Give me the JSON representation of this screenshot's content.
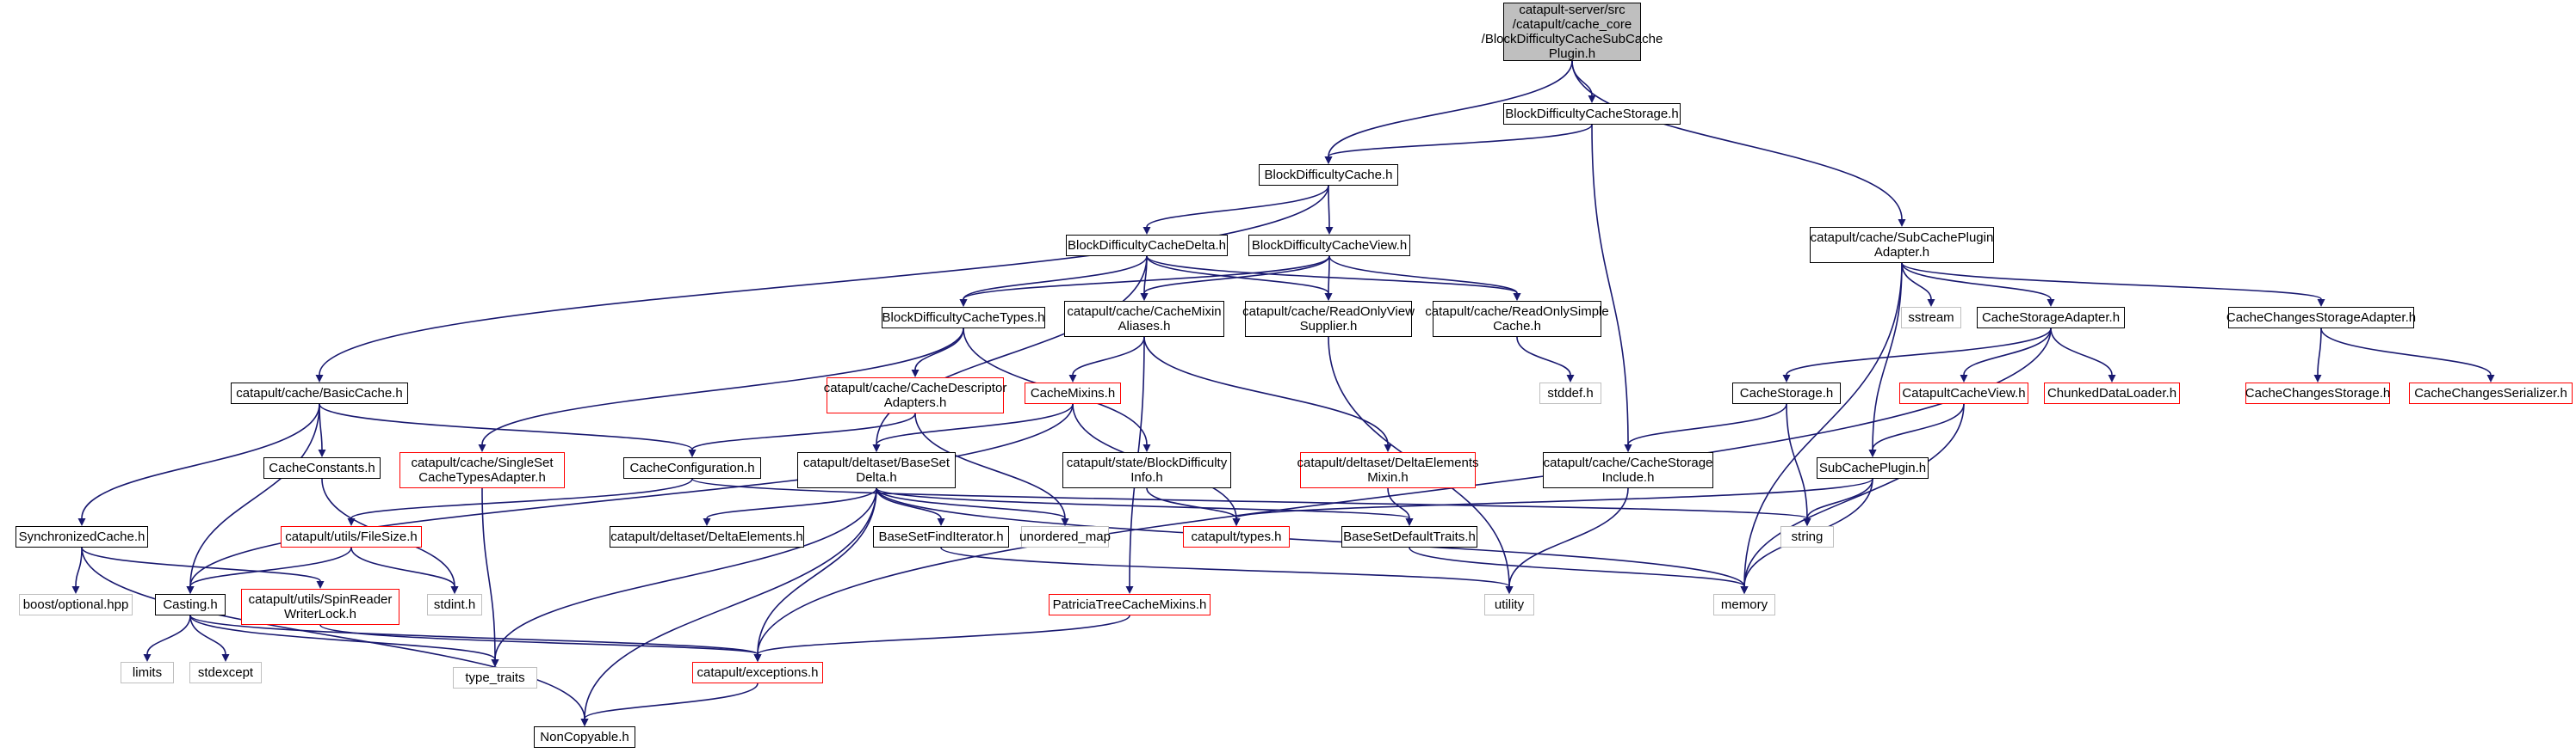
{
  "colors": {
    "edge": "#191970",
    "node_border": "#000000",
    "incomplete_border": "#ff0000",
    "system_border": "#bfbfbf",
    "root_fill": "#bfbfbf"
  },
  "nodes": {
    "root": "catapult-server/src\n/catapult/cache_core\n/BlockDifficultyCacheSubCache\nPlugin.h",
    "bdc_storage": "BlockDifficultyCacheStorage.h",
    "bdc": "BlockDifficultyCache.h",
    "subcache_adapter": "catapult/cache/SubCachePlugin\nAdapter.h",
    "bdc_delta": "BlockDifficultyCacheDelta.h",
    "bdc_view": "BlockDifficultyCacheView.h",
    "bdc_types": "BlockDifficultyCacheTypes.h",
    "cache_mixin_aliases": "catapult/cache/CacheMixin\nAliases.h",
    "readonly_view_supplier": "catapult/cache/ReadOnlyView\nSupplier.h",
    "readonly_simple_cache": "catapult/cache/ReadOnlySimple\nCache.h",
    "sstream": "sstream",
    "cache_storage_adapter": "CacheStorageAdapter.h",
    "cache_changes_storage_adapter": "CacheChangesStorageAdapter.h",
    "basic_cache": "catapult/cache/BasicCache.h",
    "cache_descriptor_adapters": "catapult/cache/CacheDescriptor\nAdapters.h",
    "cache_mixins": "CacheMixins.h",
    "stddef": "stddef.h",
    "cache_storage": "CacheStorage.h",
    "catapult_cache_view": "CatapultCacheView.h",
    "chunked_data_loader": "ChunkedDataLoader.h",
    "cache_changes_storage": "CacheChangesStorage.h",
    "cache_changes_serializer": "CacheChangesSerializer.h",
    "cache_constants": "CacheConstants.h",
    "single_set_adapter": "catapult/cache/SingleSet\nCacheTypesAdapter.h",
    "cache_configuration": "CacheConfiguration.h",
    "base_set_delta": "catapult/deltaset/BaseSet\nDelta.h",
    "block_difficulty_info": "catapult/state/BlockDifficulty\nInfo.h",
    "delta_elements_mixin": "catapult/deltaset/DeltaElements\nMixin.h",
    "cache_storage_include": "catapult/cache/CacheStorage\nInclude.h",
    "subcache_plugin": "SubCachePlugin.h",
    "synchronized_cache": "SynchronizedCache.h",
    "file_size": "catapult/utils/FileSize.h",
    "delta_elements": "catapult/deltaset/DeltaElements.h",
    "base_set_find_iterator": "BaseSetFindIterator.h",
    "unordered_map": "unordered_map",
    "types": "catapult/types.h",
    "base_set_default_traits": "BaseSetDefaultTraits.h",
    "string": "string",
    "boost_optional": "boost/optional.hpp",
    "casting": "Casting.h",
    "spin_reader_writer_lock": "catapult/utils/SpinReader\nWriterLock.h",
    "stdint": "stdint.h",
    "utility": "utility",
    "memory": "memory",
    "patricia_tree_cache_mixins": "PatriciaTreeCacheMixins.h",
    "limits": "limits",
    "stdexcept": "stdexcept",
    "type_traits": "type_traits",
    "exceptions": "catapult/exceptions.h",
    "noncopyable": "NonCopyable.h"
  }
}
